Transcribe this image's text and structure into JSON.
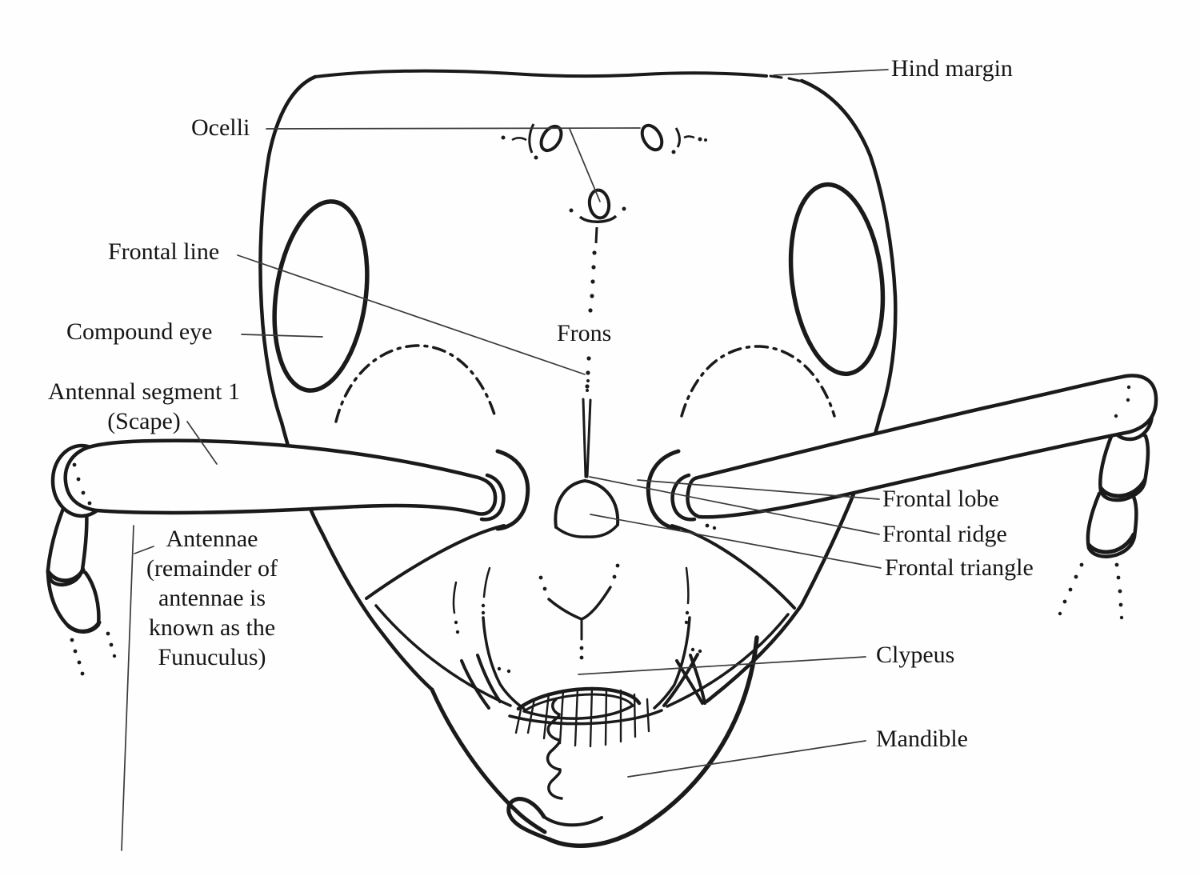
{
  "diagram": {
    "subject": "ant-head-anatomy-front-view",
    "colors": {
      "ink": "#1a1a1a",
      "leader": "#3a3a3a",
      "background": "#fefefe"
    },
    "labels": [
      {
        "id": "hind-margin",
        "text": "Hind margin"
      },
      {
        "id": "ocelli",
        "text": "Ocelli"
      },
      {
        "id": "frontal-line",
        "text": "Frontal line"
      },
      {
        "id": "compound-eye",
        "text": "Compound eye"
      },
      {
        "id": "antennal-segment-1",
        "lines": [
          "Antennal segment 1",
          "(Scape)"
        ]
      },
      {
        "id": "frons",
        "text": "Frons"
      },
      {
        "id": "antennae",
        "lines": [
          "Antennae",
          "(remainder of",
          "antennae is",
          "known as the",
          "Funuculus)"
        ]
      },
      {
        "id": "frontal-lobe",
        "text": "Frontal lobe"
      },
      {
        "id": "frontal-ridge",
        "text": "Frontal ridge"
      },
      {
        "id": "frontal-triangle",
        "text": "Frontal triangle"
      },
      {
        "id": "clypeus",
        "text": "Clypeus"
      },
      {
        "id": "mandible",
        "text": "Mandible"
      }
    ]
  }
}
